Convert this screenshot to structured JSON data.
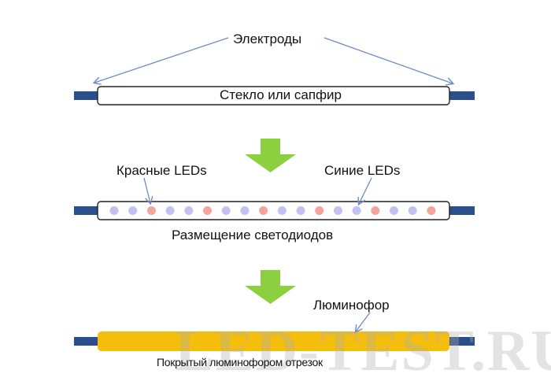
{
  "labels": {
    "electrodes": "Электроды",
    "glass": "Стекло или сапфир",
    "red_leds": "Красные LEDs",
    "blue_leds": "Синие LEDs",
    "placement": "Размещение светодиодов",
    "phosphor": "Люминофор",
    "coated_segment": "Покрытый люминофором отрезок"
  },
  "watermark": "LED-TEST.RU",
  "led_sequence": [
    "blue",
    "blue",
    "red",
    "blue",
    "blue",
    "red",
    "blue",
    "blue",
    "red",
    "blue",
    "blue",
    "red",
    "blue",
    "blue",
    "red",
    "blue",
    "blue",
    "red"
  ],
  "colors": {
    "electrode": "#2a4f8a",
    "arrow_line": "#6f8bc4",
    "flow_arrow": "#8ccf3f",
    "led_red": "#f5a49b",
    "led_blue": "#c2c2f0",
    "phosphor": "#f5bd0c",
    "tube_border": "#222222"
  },
  "icons": {
    "flow_arrow": "down-arrow-icon"
  }
}
